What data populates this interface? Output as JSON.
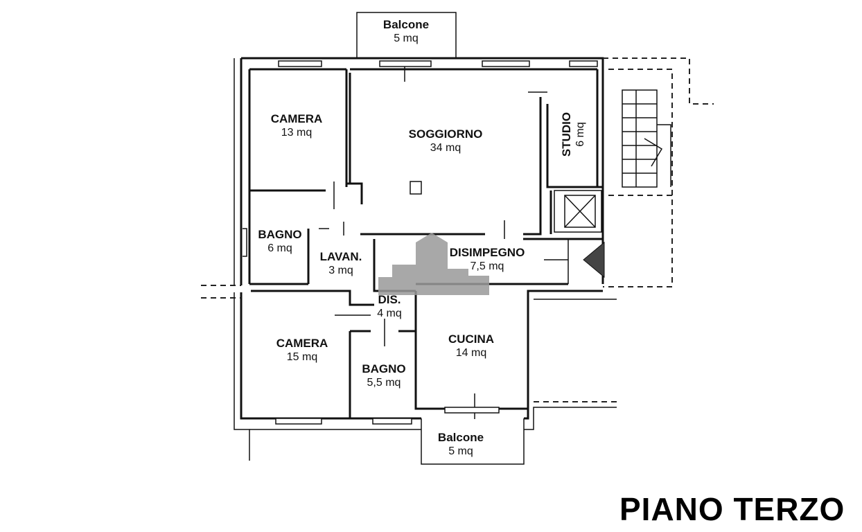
{
  "floor_title": "PIANO TERZO",
  "rooms": {
    "balcone_top": {
      "name": "Balcone",
      "area": "5 mq"
    },
    "camera_1": {
      "name": "CAMERA",
      "area": "13 mq"
    },
    "soggiorno": {
      "name": "SOGGIORNO",
      "area": "34 mq"
    },
    "studio": {
      "name": "STUDIO",
      "area": "6 mq"
    },
    "bagno_1": {
      "name": "BAGNO",
      "area": "6 mq"
    },
    "lavanderia": {
      "name": "LAVAN.",
      "area": "3 mq"
    },
    "disimpegno": {
      "name": "DISIMPEGNO",
      "area": "7,5 mq"
    },
    "dis": {
      "name": "DIS.",
      "area": "4 mq"
    },
    "camera_2": {
      "name": "CAMERA",
      "area": "15 mq"
    },
    "cucina": {
      "name": "CUCINA",
      "area": "14 mq"
    },
    "bagno_2": {
      "name": "BAGNO",
      "area": "5,5 mq"
    },
    "balcone_bottom": {
      "name": "Balcone",
      "area": "5 mq"
    }
  },
  "colors": {
    "ink": "#111111",
    "background": "#ffffff",
    "watermark": "#9a9a9a"
  },
  "icons": [
    "stair-icon",
    "elevator-icon",
    "watermark-logo-icon"
  ]
}
